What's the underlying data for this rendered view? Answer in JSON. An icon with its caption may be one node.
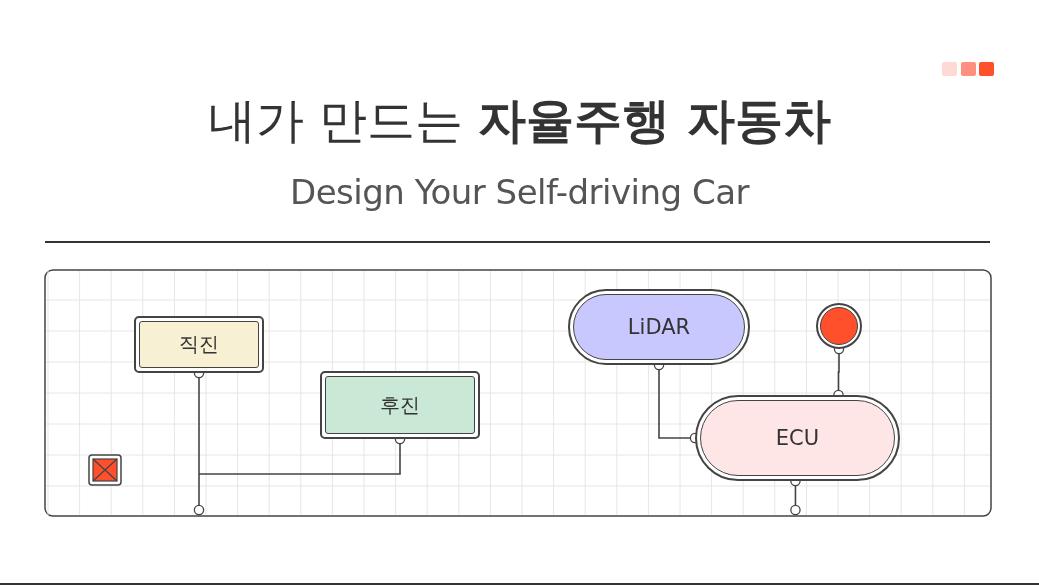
{
  "diagram": {
    "title": "내가 만드는 **자율주행 자동차**",
    "nodes": [
      {
        "text": [
          "직진"
        ]
      },
      {
        "text": [
          "후진"
        ]
      },
      {
        "text": [
          "LiDAR"
        ]
      },
      {
        "text": [],
        "shape": "circle"
      },
      {
        "text": [
          "ECU"
        ]
      }
    ],
    "edges": [
      {
        "from": 0,
        "to": null,
        "arrow": "other"
      },
      {
        "from": 1,
        "to": null,
        "arrow": "other"
      },
      {
        "from": 2,
        "to": 4,
        "arrow": "other"
      },
      {
        "from": 3,
        "to": 4,
        "arrow": "other"
      },
      {
        "from": 4,
        "to": null,
        "arrow": "other"
      }
    ],
    "labels": [
      "Design Your Self-driving Car"
    ]
  }
}
